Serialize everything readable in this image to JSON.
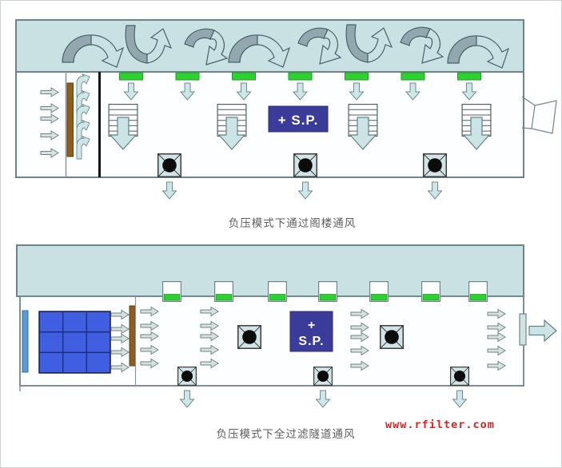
{
  "watermark": {
    "text": "www.rfilter.com",
    "color": "#e02222"
  },
  "diagrams": {
    "top": {
      "caption": "负压模式下通过阁楼通风",
      "sp_label": "+ S.P.",
      "description_elements": [
        "attic-circulation-arrows",
        "ceiling-inlet-vents",
        "baffle-curtains",
        "exhaust-fans",
        "side-wall-louver",
        "exhaust-cone"
      ]
    },
    "bottom": {
      "caption": "负压模式下全过滤隧道通风",
      "sp_plus": "+",
      "sp_label": "S.P.",
      "description_elements": [
        "filter-bank",
        "ceiling-inlet-vents",
        "tunnel-airflow-arrows",
        "circulation-fans",
        "exhaust-fans",
        "outlet-arrow"
      ]
    }
  },
  "colors": {
    "attic_fill": "#c9e1e3",
    "outline_gray": "#6d8589",
    "vent_green": "#2fd132",
    "louver_brown": "#8f5e1e",
    "sp_box_navy": "#3b3b9a",
    "filter_blue": "#3f5fe0",
    "inlet_bar_blue": "#5b9bd5",
    "teal_arrow_fill": "#cde4e6",
    "gray_arrow_fill": "#dadfdf",
    "swirl_gray": "#93a8ae",
    "fan_black": "#0c0c0c",
    "caption_gray": "#5e5e5e",
    "watermark_red": "#e02222"
  },
  "icons": [
    "arch-swirl-arrow-icon",
    "u-swirl-arrow-icon",
    "hook-swirl-arrow-icon",
    "right-arrow-icon",
    "down-arrow-icon",
    "big-down-arrow-icon",
    "big-right-arrow-icon",
    "curl-up-arrow-icon",
    "fan-icon",
    "baffle-curtain-icon",
    "ceiling-vent-icon",
    "inlet-vent-box-icon",
    "exhaust-cone-icon"
  ]
}
